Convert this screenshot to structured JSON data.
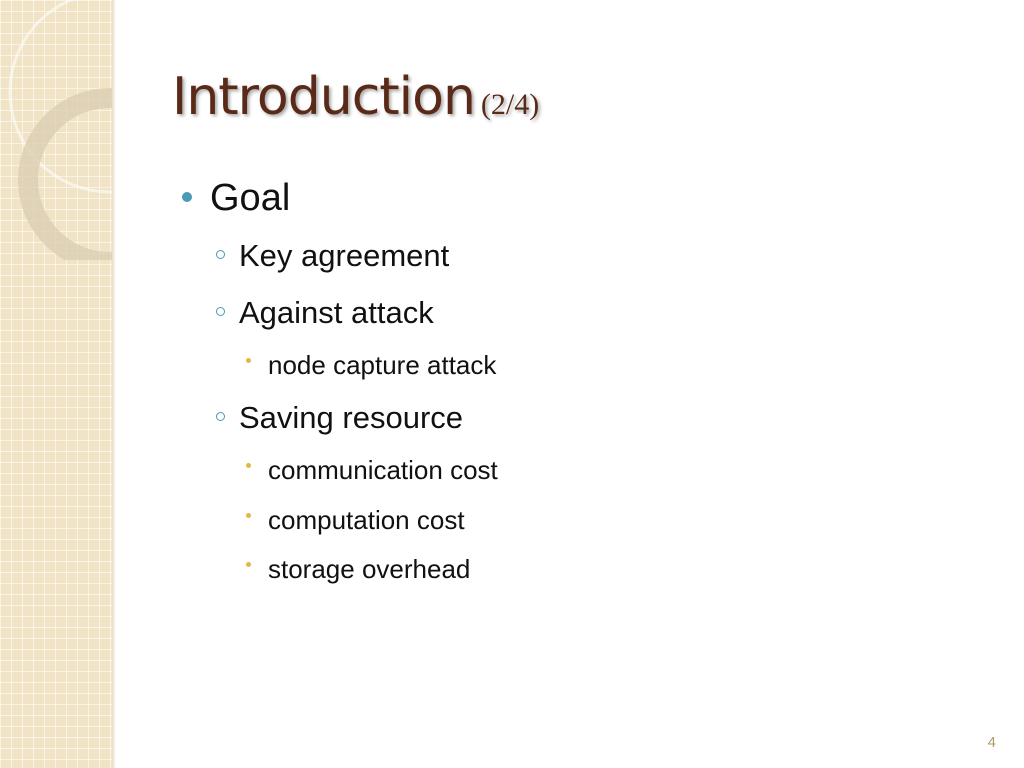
{
  "slide": {
    "title": "Introduction",
    "title_counter": "(2/4)",
    "bullets": {
      "goal": "Goal",
      "key_agreement": "Key agreement",
      "against_attack": "Against attack",
      "node_capture_attack": "node capture attack",
      "saving_resource": "Saving resource",
      "communication_cost": "communication cost",
      "computation_cost": "computation cost",
      "storage_overhead": "storage overhead"
    },
    "slide_number": "4"
  },
  "colors": {
    "title": "#5a2a18",
    "bullet_accent": "#4a9bb3",
    "sub_bullet_accent": "#e0b84a",
    "side_panel": "#f1e4c6"
  }
}
